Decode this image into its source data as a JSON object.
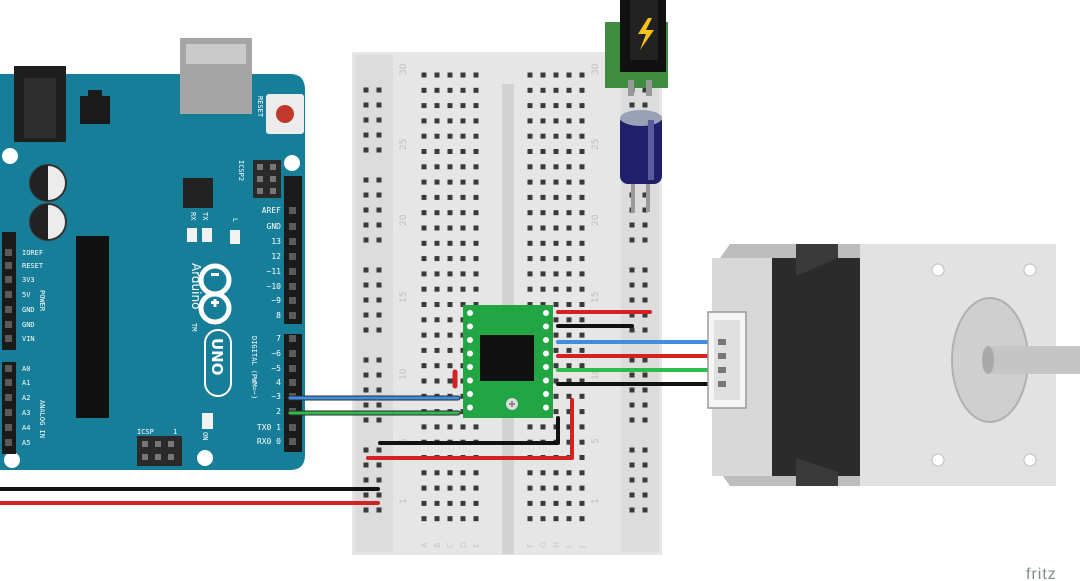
{
  "arduino": {
    "reset_label": "RESET",
    "icsp2_label": "ICSP2",
    "tx_label": "TX",
    "rx_label": "RX",
    "l_label": "L",
    "brand_label": "Arduino",
    "tm_label": "TM",
    "uno_label": "UNO",
    "digital_label": "DIGITAL (PWM=~)",
    "power_label": "POWER",
    "analog_label": "ANALOG IN",
    "icsp_label": "ICSP",
    "on_label": "ON",
    "one_label": "1",
    "digital_pins": [
      "AREF",
      "GND",
      "13",
      "12",
      "~11",
      "~10",
      "~9",
      "8",
      "7",
      "~6",
      "~5",
      "4",
      "~3",
      "2",
      "TX0 1",
      "RX0 0"
    ],
    "power_pins": [
      "IOREF",
      "RESET",
      "3V3",
      "5V",
      "GND",
      "GND",
      "VIN"
    ],
    "analog_pins": [
      "A0",
      "A1",
      "A2",
      "A3",
      "A4",
      "A5"
    ]
  },
  "breadboard": {
    "row_numbers": [
      "30",
      "25",
      "20",
      "15",
      "10",
      "5",
      "1"
    ],
    "row_numbers_right": [
      "30",
      "25",
      "20",
      "15",
      "10",
      "5",
      "1"
    ],
    "left_letters": [
      "A",
      "B",
      "C",
      "D",
      "E"
    ],
    "right_letters": [
      "F",
      "G",
      "H",
      "I",
      "J"
    ]
  },
  "footer": {
    "brand": "fritz"
  }
}
